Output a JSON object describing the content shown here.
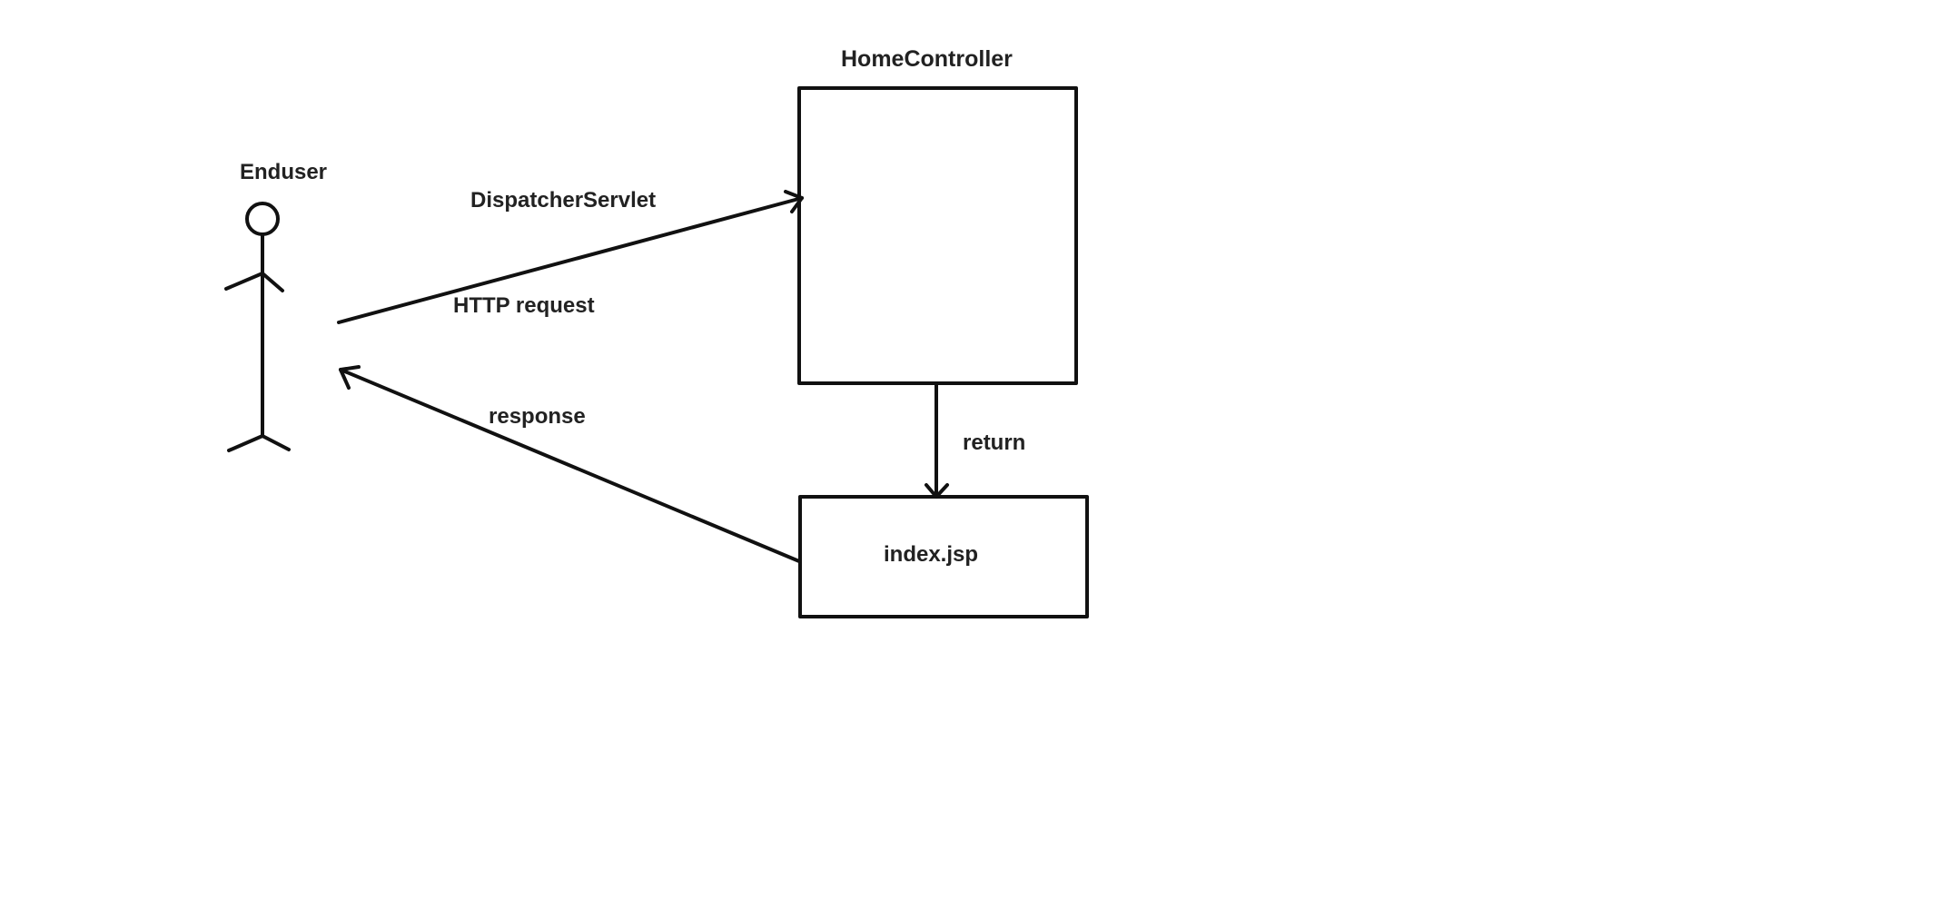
{
  "diagram": {
    "actor": {
      "label": "Enduser",
      "icon": "stick-figure-icon"
    },
    "nodes": {
      "controller": {
        "label": "HomeController"
      },
      "view": {
        "label": "index.jsp"
      }
    },
    "edges": {
      "request": {
        "label_top": "DispatcherServlet",
        "label_bottom": "HTTP request"
      },
      "return": {
        "label": "return"
      },
      "response": {
        "label": "response"
      }
    },
    "colors": {
      "stroke": "#111111",
      "text": "#222222",
      "background": "#ffffff"
    }
  }
}
